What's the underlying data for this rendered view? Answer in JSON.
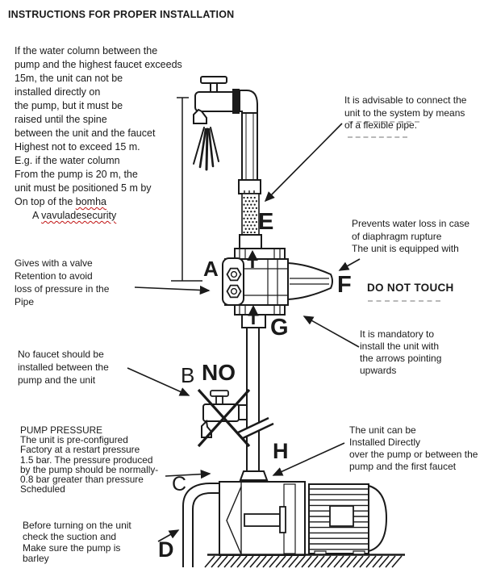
{
  "page": {
    "title": "INSTRUCTIONS FOR PROPER INSTALLATION"
  },
  "intro": {
    "body": "If the water column between the\npump and the highest faucet exceeds\n15m, the unit can not be\ninstalled directly on\nthe pump, but it must be\nraised until the spine\nbetween the unit and the faucet\nHighest not to exceed 15 m.\nE.g. if the water column\nFrom the pump is 20 m, the\nunit must be positioned 5 m by",
    "line_bomba_prefix": "On top of the ",
    "line_bomba_word": "bomha",
    "line_valve_prefix": "A ",
    "line_valve_word": "vavuladesecurity"
  },
  "notes": {
    "flexible": "It is advisable to connect the\nunit to the system by means\nof a flexible pipe.",
    "diaphragm": "Prevents water loss in case\nof diaphragm rupture\nThe unit is equipped with",
    "do_not_touch": "DO NOT TOUCH",
    "mandatory": "It is mandatory to\ninstall the unit with\nthe arrows pointing\nupwards",
    "valve": "Gives with a valve\nRetention to avoid\nloss of pressure in the\nPipe",
    "no_faucet": "No faucet should be\ninstalled between the\npump and the unit",
    "pump_pressure": "PUMP PRESSURE\nThe unit is pre-configured\nFactory at a restart pressure\n1.5 bar. The pressure produced\nby the pump should be normally-\n0.8 bar greater than pressure\nScheduled",
    "install_directly": "The unit can be\nInstalled Directly\nover the pump or between the\npump and the first faucet",
    "before_start": "Before turning on the unit\ncheck the suction and\nMake sure the pump is\nbarley"
  },
  "labels": {
    "a": "A",
    "b": "B",
    "c": "C",
    "d": "D",
    "e": "E",
    "f": "F",
    "g": "G",
    "h": "H",
    "no": "NO"
  },
  "colors": {
    "ink": "#1a1a1a",
    "spellcheck": "#c11212",
    "faded": "#b9b9b9"
  }
}
